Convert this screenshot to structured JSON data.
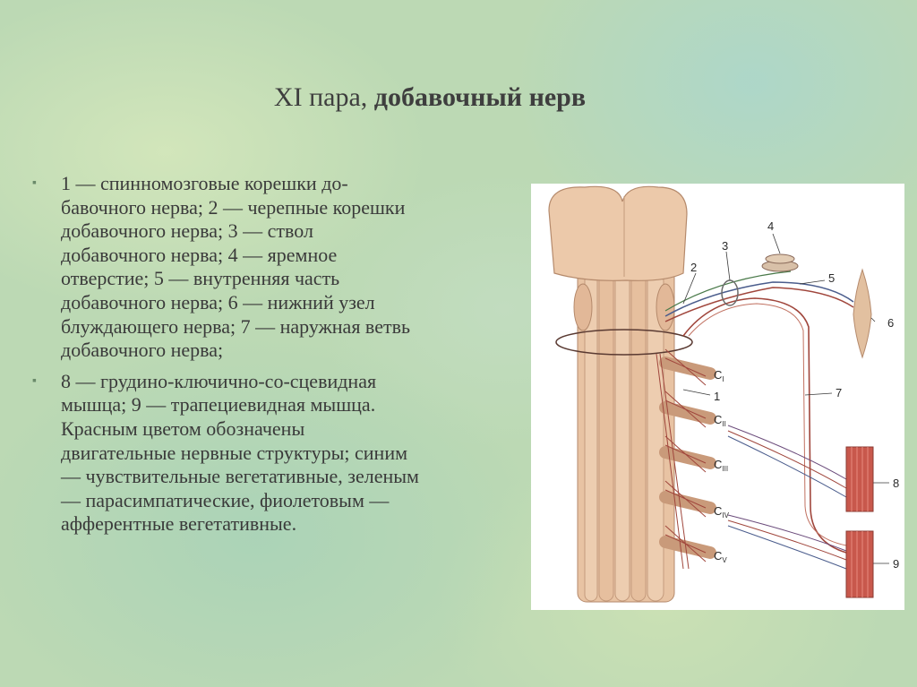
{
  "title": {
    "prefix": "XI пара, ",
    "bold": "добавочный нерв"
  },
  "bullets": [
    {
      "marker": "▪",
      "lines": [
        "1 — спинномозговые корешки до-",
        "бавочного нерва; 2 — черепные корешки",
        "добавочного нерва; 3 — ствол",
        "добавочного нерва; 4 — яремное",
        "отверстие; 5 — внутренняя часть",
        "добавочного нерва; 6 — нижний узел",
        "блуждающего нерва; 7 — наружная ветвь",
        "добавочного нерва;"
      ]
    },
    {
      "marker": "▪",
      "lines": [
        "8 — грудино-ключично-со-сцевидная",
        "мышца; 9 — трапециевидная мышца.",
        "Красным цветом обозначены",
        "двигательные нервные структуры; синим",
        "— чувствительные вегетативные, зеленым",
        "— парасимпатические, фиолетовым —",
        "афферентные вегетативные."
      ]
    }
  ],
  "figure": {
    "labels": {
      "n1": "1",
      "n2": "2",
      "n3": "3",
      "n4": "4",
      "n5": "5",
      "n6": "6",
      "n7": "7",
      "n8": "8",
      "n9": "9",
      "c1": "C",
      "c1sub": "I",
      "c2": "C",
      "c2sub": "II",
      "c3": "C",
      "c3sub": "III",
      "c4": "C",
      "c4sub": "IV",
      "c5": "C",
      "c5sub": "V"
    },
    "colors": {
      "tissue": "#e8c3a3",
      "tissue_shadow": "#c99a7a",
      "nerve_red": "#a0463c",
      "nerve_blue": "#4a5c8c",
      "muscle": "#c8584c"
    }
  }
}
